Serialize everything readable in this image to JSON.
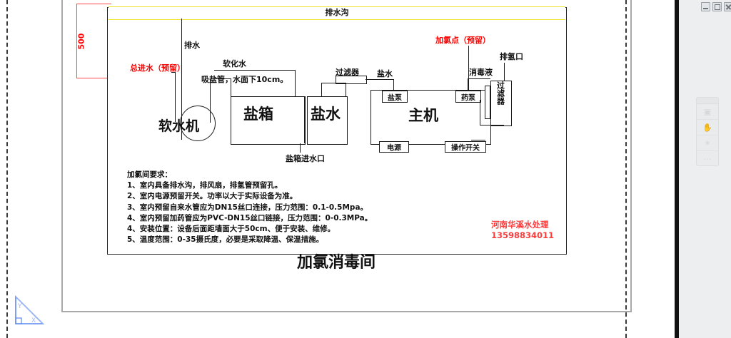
{
  "window": {
    "controls": [
      {
        "name": "minimize",
        "glyph": "minimize-icon"
      },
      {
        "name": "restore",
        "glyph": "restore-icon"
      },
      {
        "name": "close",
        "glyph": "close-icon"
      }
    ]
  },
  "navbar": {
    "items": [
      {
        "name": "viewcube",
        "glyph": "▣"
      },
      {
        "name": "pan-hand",
        "glyph": "✋"
      },
      {
        "name": "orbit",
        "glyph": "✶"
      },
      {
        "name": "more",
        "glyph": "⋯"
      }
    ]
  },
  "drawing": {
    "title": "加氯消毒间",
    "dimension": "500",
    "ditch_label": "排水沟",
    "labels": {
      "drain": "排水",
      "main_inlet": "总进水（预留）",
      "softened_water": "软化水",
      "brine_pipe": "吸盐管，水面下10cm。",
      "soft_water_machine": "软水机",
      "salt_box": "盐箱",
      "salt_water_tank": "盐水",
      "salt_box_inlet": "盐箱进水口",
      "filter_top": "过滤器",
      "brine": "盐水",
      "salt_pump": "盐泵",
      "main_machine": "主机",
      "chem_pump": "药泵",
      "disinfectant": "消毒液",
      "chlorine_point": "加氯点（预留）",
      "hydrogen_vent": "排氢口",
      "filter_right": "过滤器",
      "power": "电源",
      "operation_switch": "操作开关"
    },
    "notes": {
      "heading": "加氯间要求：",
      "lines": [
        "1、室内具备排水沟，排风扇，排氢管预留孔。",
        "2、室内电源预留开关。功率以大于实际设备为准。",
        "3、室内预留自来水管应为DN15丝口连接，压力范围：0.1-0.5Mpa。",
        "4、室内预留加药管应为PVC-DN15丝口链接，压力范围：0-0.3MPa。",
        "4、安装位置：设备后面距墙面大于50cm、便于安装、维修。",
        "5、温度范围：0-35摄氏度，必要是采取降温、保温措施。"
      ]
    },
    "stamp": {
      "company": "河南华溪水处理",
      "phone": "13598834011"
    },
    "colors": {
      "red": "#ff0000",
      "yellow": "#f2e42a",
      "line": "#1a1a1a",
      "sheet_border": "#a9a9a9"
    }
  }
}
